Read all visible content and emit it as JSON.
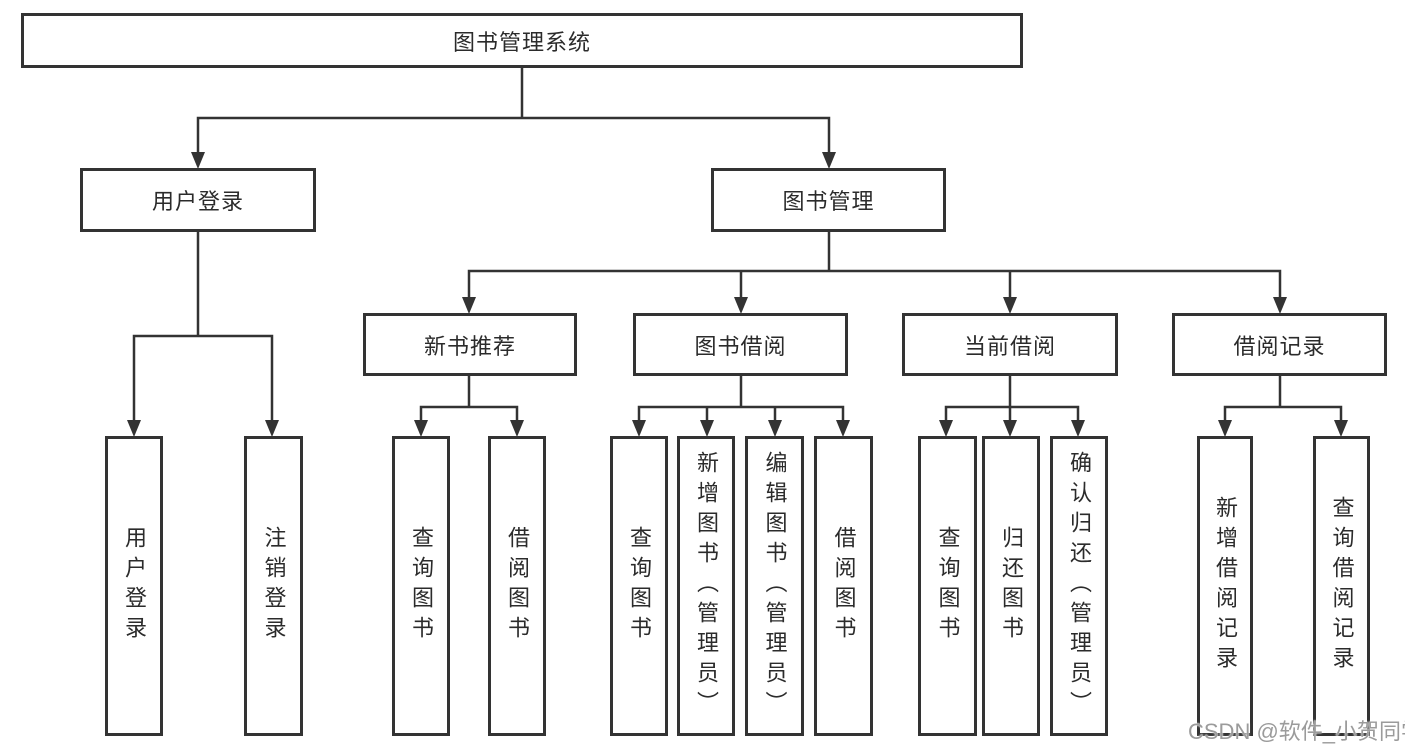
{
  "diagram": {
    "root": {
      "label": "图书管理系统"
    },
    "branches": [
      {
        "label": "用户登录",
        "children": [
          {
            "label": "用户登录"
          },
          {
            "label": "注销登录"
          }
        ]
      },
      {
        "label": "图书管理",
        "sections": [
          {
            "label": "新书推荐",
            "children": [
              {
                "label": "查询图书"
              },
              {
                "label": "借阅图书"
              }
            ]
          },
          {
            "label": "图书借阅",
            "children": [
              {
                "label": "查询图书"
              },
              {
                "label": "新增图书（管理员）"
              },
              {
                "label": "编辑图书（管理员）"
              },
              {
                "label": "借阅图书"
              }
            ]
          },
          {
            "label": "当前借阅",
            "children": [
              {
                "label": "查询图书"
              },
              {
                "label": "归还图书"
              },
              {
                "label": "确认归还（管理员）"
              }
            ]
          },
          {
            "label": "借阅记录",
            "children": [
              {
                "label": "新增借阅记录"
              },
              {
                "label": "查询借阅记录"
              }
            ]
          }
        ]
      }
    ]
  },
  "colors": {
    "line": "#333333",
    "text": "#2b2b2b",
    "watermark": "#9b9b9b"
  },
  "watermark": {
    "text": "CSDN @软件_小贺同学"
  }
}
